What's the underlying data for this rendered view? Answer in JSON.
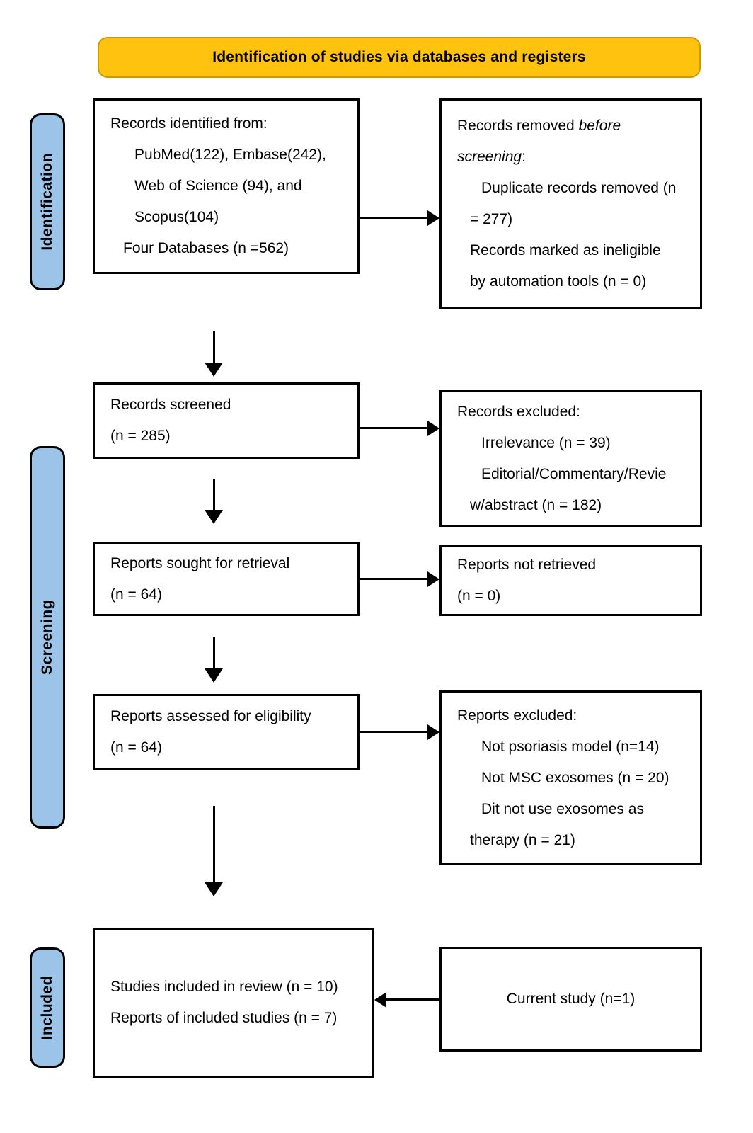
{
  "banner": {
    "title": "Identification of studies via databases and registers",
    "color": "#FFC20E"
  },
  "stages": [
    {
      "id": "identification",
      "label": "Identification",
      "color": "#9CC3E8"
    },
    {
      "id": "screening",
      "label": "Screening",
      "color": "#9CC3E8"
    },
    {
      "id": "included",
      "label": "Included",
      "color": "#9CC3E8"
    }
  ],
  "boxes": {
    "records_identified": {
      "lines": [
        "Records identified from:",
        "PubMed(122), Embase(242),",
        "Web of Science (94), and",
        "Scopus(104)",
        "Four Databases (n =562)"
      ]
    },
    "records_removed": {
      "lines": [
        "Records removed ",
        "before",
        "screening",
        ":",
        "Duplicate records removed (n",
        "= 277)",
        "Records marked as ineligible",
        "by automation tools (n = 0)"
      ],
      "l1a": "Records removed ",
      "l1b": "before",
      "l2a": "screening",
      "l2b": ":",
      "l3": "Duplicate records removed (n",
      "l4": "= 277)",
      "l5": "Records marked as ineligible",
      "l6": "by automation tools (n = 0)"
    },
    "records_screened": {
      "l1": "Records screened",
      "l2": "(n = 285)"
    },
    "records_excluded": {
      "l1": "Records excluded:",
      "l2": "Irrelevance (n = 39)",
      "l3": "Editorial/Commentary/Revie",
      "l4": "w/abstract (n = 182)"
    },
    "reports_sought": {
      "l1": "Reports sought for retrieval",
      "l2": "(n = 64)"
    },
    "reports_not_retrieved": {
      "l1": "Reports not retrieved",
      "l2": "(n = 0)"
    },
    "reports_assessed": {
      "l1": "Reports assessed for eligibility",
      "l2": "(n = 64)"
    },
    "reports_excluded": {
      "l1": "Reports excluded:",
      "l2": "Not psoriasis model (n=14)",
      "l3": "Not MSC exosomes (n = 20)",
      "l4": "Dit not use exosomes as",
      "l5": "therapy (n = 21)"
    },
    "studies_included": {
      "l1": "Studies included in review (n = 10)",
      "l2": "Reports of included studies (n = 7)"
    },
    "current_study": {
      "l1": "Current study (n=1)"
    }
  },
  "chart_data": {
    "type": "diagram",
    "title": "Identification of studies via databases and registers",
    "nodes": [
      {
        "id": "records_identified",
        "stage": "Identification",
        "n": 562,
        "detail": {
          "PubMed": 122,
          "Embase": 242,
          "Web of Science": 94,
          "Scopus": 104,
          "databases": 4
        }
      },
      {
        "id": "records_removed",
        "stage": "Identification",
        "detail": {
          "duplicates_removed": 277,
          "marked_ineligible_by_automation": 0
        }
      },
      {
        "id": "records_screened",
        "stage": "Screening",
        "n": 285
      },
      {
        "id": "records_excluded",
        "stage": "Screening",
        "detail": {
          "irrelevance": 39,
          "editorial_commentary_review_abstract": 182
        }
      },
      {
        "id": "reports_sought",
        "stage": "Screening",
        "n": 64
      },
      {
        "id": "reports_not_retrieved",
        "stage": "Screening",
        "n": 0
      },
      {
        "id": "reports_assessed",
        "stage": "Screening",
        "n": 64
      },
      {
        "id": "reports_excluded",
        "stage": "Screening",
        "detail": {
          "not_psoriasis_model": 14,
          "not_MSC_exosomes": 20,
          "did_not_use_exosomes_as_therapy": 21
        }
      },
      {
        "id": "studies_included",
        "stage": "Included",
        "detail": {
          "studies_included_in_review": 10,
          "reports_of_included_studies": 7
        }
      },
      {
        "id": "current_study",
        "stage": "Included",
        "n": 1
      }
    ],
    "edges": [
      {
        "from": "records_identified",
        "to": "records_removed",
        "direction": "right"
      },
      {
        "from": "records_identified",
        "to": "records_screened",
        "direction": "down"
      },
      {
        "from": "records_screened",
        "to": "records_excluded",
        "direction": "right"
      },
      {
        "from": "records_screened",
        "to": "reports_sought",
        "direction": "down"
      },
      {
        "from": "reports_sought",
        "to": "reports_not_retrieved",
        "direction": "right"
      },
      {
        "from": "reports_sought",
        "to": "reports_assessed",
        "direction": "down"
      },
      {
        "from": "reports_assessed",
        "to": "reports_excluded",
        "direction": "right"
      },
      {
        "from": "reports_assessed",
        "to": "studies_included",
        "direction": "down"
      },
      {
        "from": "current_study",
        "to": "studies_included",
        "direction": "left"
      }
    ]
  }
}
